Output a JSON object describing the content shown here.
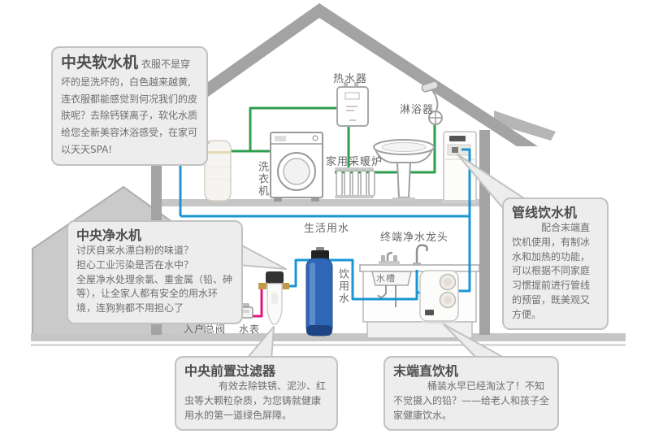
{
  "diagram": {
    "bubbles": {
      "softener": {
        "title": "中央软水机",
        "body": "衣服不是穿坏的是洗坏的，白色越来越黄, 连衣服都能感觉到何况我们的皮肤呢？去除钙镁离子，软化水质给您全新美容沐浴感受，在家可以天天SPA!"
      },
      "purifier": {
        "title": "中央净水机",
        "body": "讨厌自来水漂白粉的味道？\n担心工业污染是否在水中？\n全屋净水处理余氯、重金属（铅、砷等），让全家人都有安全的用水环境，连狗狗都不用担心了"
      },
      "pipeline": {
        "title": "管线饮水机",
        "body": "配合末端直饮机使用，有制冰水和加热的功能，可以根据不同家庭习惯提前进行管线的预留，既美观又方便。"
      },
      "prefilter": {
        "title": "中央前置过滤器",
        "body": "有效去除铁锈、泥沙、红虫等大颗粒杂质，为您铸就健康用水的第一道绿色屏障。"
      },
      "ro": {
        "title": "末端直饮机",
        "body": "桶装水早已经淘汰了！不知不觉摄入的铅？——给老人和孩子全家健康饮水。"
      }
    },
    "labels": {
      "water_heater": "热水器",
      "shower": "淋浴器",
      "heating_furnace": "家用采暖炉",
      "washing_machine": "洗衣机",
      "domestic_water": "生活用水",
      "terminal_tap": "终端净水龙头",
      "sink": "水槽",
      "drinking_water": "饮用水",
      "main_valve": "入户总阀",
      "water_meter": "水表"
    },
    "colors": {
      "raw_water_pipe": "#e5147d",
      "filtered_water_pipe": "#1a96d4",
      "softened_water_pipe": "#2f9e4f",
      "house_outline": "#a3a3a3",
      "bubble_fill": "#ededed",
      "bubble_border": "#c2c2c2",
      "purifier_tank_blue": "#2f66b5"
    }
  }
}
